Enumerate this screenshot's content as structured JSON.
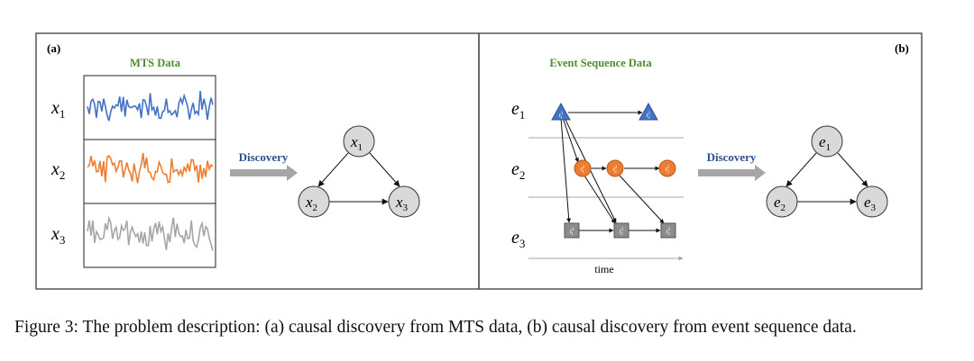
{
  "panel_a": {
    "tag": "(a)",
    "title": "MTS Data",
    "rows": [
      {
        "var": "x",
        "sub": "1"
      },
      {
        "var": "x",
        "sub": "2"
      },
      {
        "var": "x",
        "sub": "3"
      }
    ],
    "discovery_label": "Discovery",
    "graph_nodes": [
      {
        "var": "x",
        "sub": "1"
      },
      {
        "var": "x",
        "sub": "2"
      },
      {
        "var": "x",
        "sub": "3"
      }
    ]
  },
  "panel_b": {
    "tag": "(b)",
    "title": "Event Sequence Data",
    "rows": [
      {
        "var": "e",
        "sub": "1"
      },
      {
        "var": "e",
        "sub": "2"
      },
      {
        "var": "e",
        "sub": "3"
      }
    ],
    "events": {
      "e1": [
        {
          "var": "t",
          "sub": "1",
          "sup": "1"
        },
        {
          "var": "t",
          "sub": "2",
          "sup": "1"
        }
      ],
      "e2": [
        {
          "var": "t",
          "sub": "1",
          "sup": "2"
        },
        {
          "var": "t",
          "sub": "2",
          "sup": "2"
        },
        {
          "var": "t",
          "sub": "3",
          "sup": "2"
        }
      ],
      "e3": [
        {
          "var": "t",
          "sub": "1",
          "sup": "3"
        },
        {
          "var": "t",
          "sub": "2",
          "sup": "3"
        },
        {
          "var": "t",
          "sub": "3",
          "sup": "3"
        }
      ]
    },
    "time_label": "time",
    "discovery_label": "Discovery",
    "graph_nodes": [
      {
        "var": "e",
        "sub": "1"
      },
      {
        "var": "e",
        "sub": "2"
      },
      {
        "var": "e",
        "sub": "3"
      }
    ]
  },
  "caption": "Figure 3: The problem description: (a) causal discovery from MTS data, (b) causal discovery from event sequence data.",
  "colors": {
    "blue": "#4472c4",
    "orange": "#ed7d31",
    "gray_series": "#a6a6a6",
    "gray_event": "#8c8c8c",
    "node_fill": "#d9d9d9",
    "title_green": "#4f8b2f",
    "discovery_blue": "#2f4f8f",
    "arrow_gray": "#a6a6a6"
  }
}
